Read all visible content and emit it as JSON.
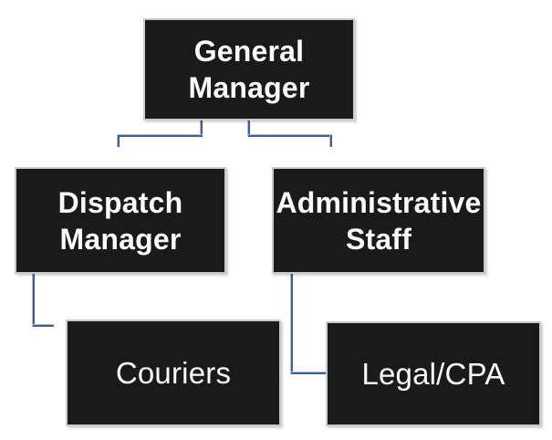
{
  "diagram": {
    "type": "org-chart",
    "colors": {
      "box_fill": "#1a1a1a",
      "box_text": "#fafafa",
      "box_border": "#c9c9c9",
      "connector": "#3f5f91",
      "connector_light": "#aabdd5"
    },
    "nodes": {
      "general_manager": {
        "label": "General\nManager",
        "level": 1,
        "reports_to": null
      },
      "dispatch_manager": {
        "label": "Dispatch\nManager",
        "level": 2,
        "reports_to": "general_manager"
      },
      "administrative_staff": {
        "label": "Administrative\nStaff",
        "level": 2,
        "reports_to": "general_manager"
      },
      "couriers": {
        "label": "Couriers",
        "level": 3,
        "reports_to": "dispatch_manager"
      },
      "legal_cpa": {
        "label": "Legal/CPA",
        "level": 3,
        "reports_to": "administrative_staff"
      }
    }
  }
}
